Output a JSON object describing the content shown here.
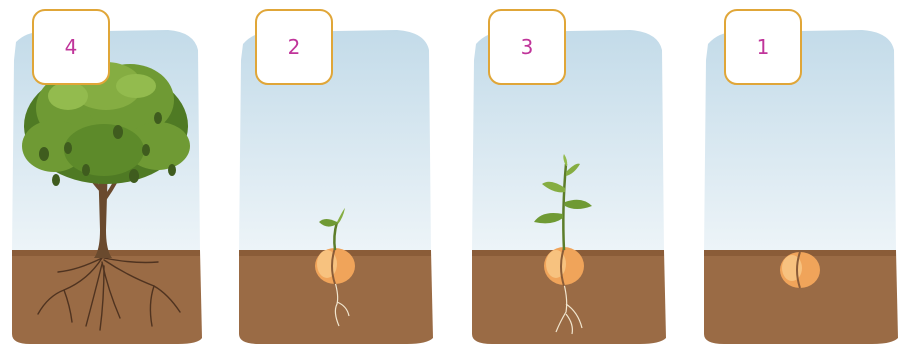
{
  "colors": {
    "sky_top": "#c3dbe9",
    "sky_bottom": "#edf4f8",
    "soil": "#9a6b45",
    "soil_dark": "#7d5233",
    "badge_border": "#e0a638",
    "badge_text": "#c0349a",
    "leaf": "#6f9a34",
    "seed": "#f0a45a"
  },
  "panels": [
    {
      "label": "4",
      "stage": "tree-with-fruit-and-roots"
    },
    {
      "label": "2",
      "stage": "seed-with-small-sprout"
    },
    {
      "label": "3",
      "stage": "seedling-with-leaves"
    },
    {
      "label": "1",
      "stage": "seed-in-soil"
    }
  ]
}
